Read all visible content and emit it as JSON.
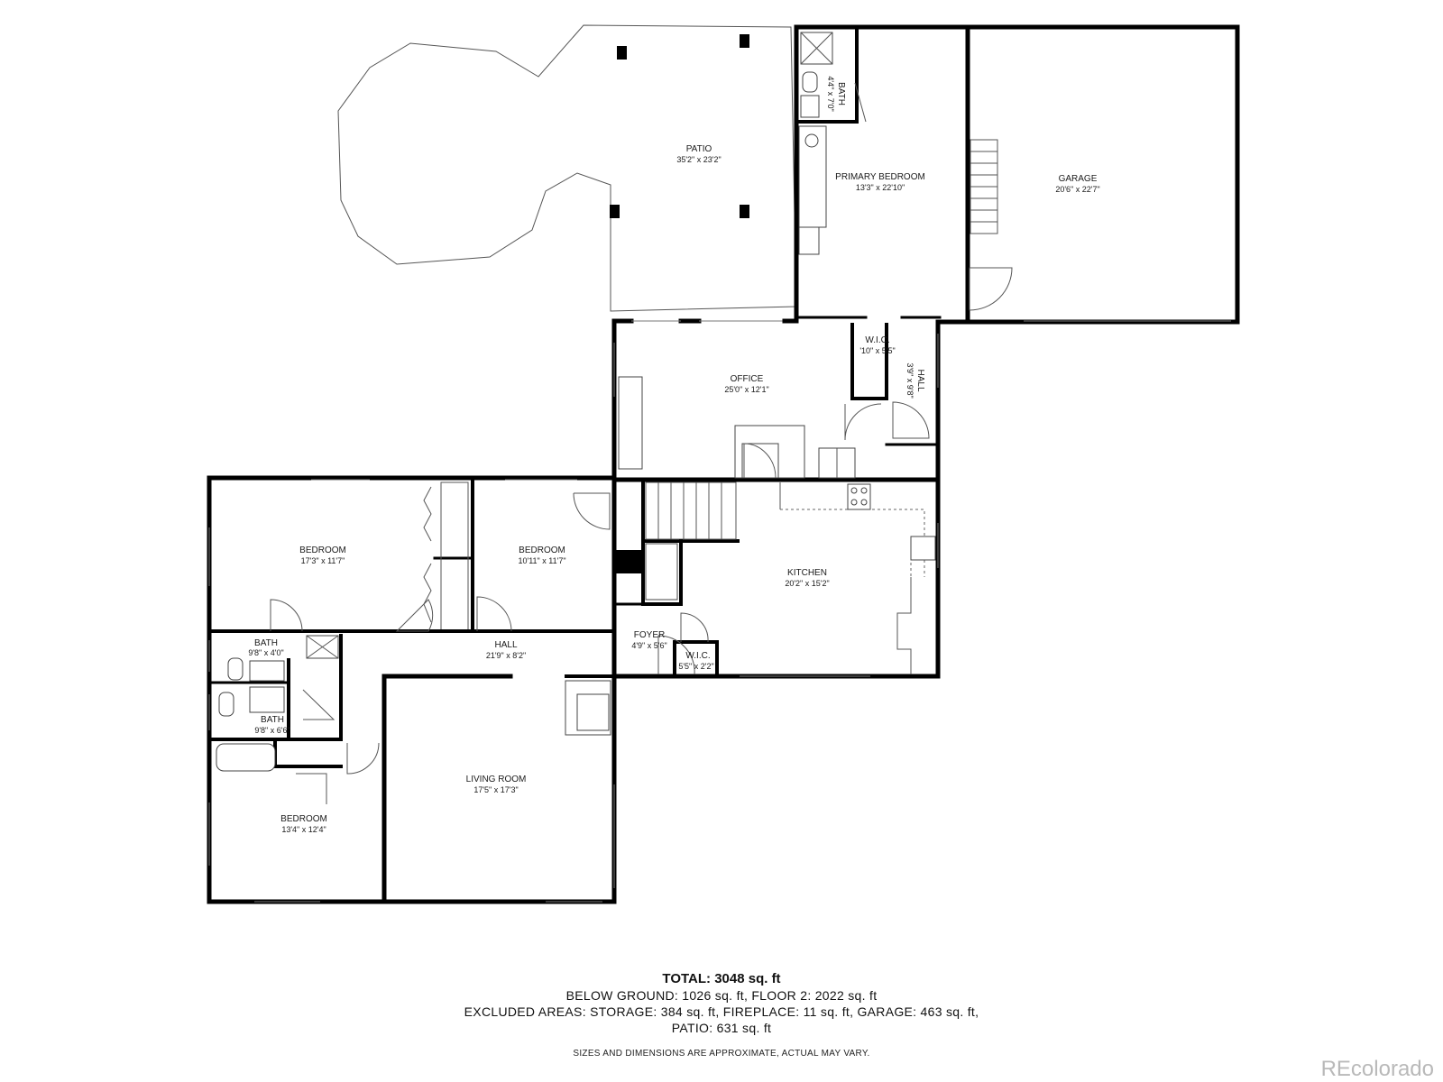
{
  "rooms": {
    "patio": {
      "name": "PATIO",
      "dim": "35'2\" x 23'2\""
    },
    "primary_bedroom": {
      "name": "PRIMARY BEDROOM",
      "dim": "13'3\" x 22'10\""
    },
    "garage": {
      "name": "GARAGE",
      "dim": "20'6\" x 22'7\""
    },
    "bath_primary": {
      "name": "BATH",
      "dim": "4'4\" x 7'0\""
    },
    "office": {
      "name": "OFFICE",
      "dim": "25'0\" x 12'1\""
    },
    "wic_upper": {
      "name": "W.I.C.",
      "dim": "'10\" x 5'5\""
    },
    "hall_upper": {
      "name": "HALL",
      "dim": "3'9\" x 9'8\""
    },
    "bedroom_1": {
      "name": "BEDROOM",
      "dim": "17'3\" x 11'7\""
    },
    "bedroom_2": {
      "name": "BEDROOM",
      "dim": "10'11\" x 11'7\""
    },
    "kitchen": {
      "name": "KITCHEN",
      "dim": "20'2\" x 15'2\""
    },
    "bath_1": {
      "name": "BATH",
      "dim": "9'8\" x 4'0\""
    },
    "hall": {
      "name": "HALL",
      "dim": "21'9\" x 8'2\""
    },
    "foyer": {
      "name": "FOYER",
      "dim": "4'9\" x 5'6\""
    },
    "wic_lower": {
      "name": "W.I.C.",
      "dim": "5'5\" x 2'2\""
    },
    "bath_2": {
      "name": "BATH",
      "dim": "9'8\" x 6'6\""
    },
    "living_room": {
      "name": "LIVING ROOM",
      "dim": "17'5\" x 17'3\""
    },
    "bedroom_3": {
      "name": "BEDROOM",
      "dim": "13'4\" x 12'4\""
    }
  },
  "summary": {
    "total": "TOTAL: 3048 sq. ft",
    "line1": "BELOW GROUND: 1026 sq. ft, FLOOR 2: 2022 sq. ft",
    "line2": "EXCLUDED AREAS: STORAGE: 384 sq. ft, FIREPLACE: 11 sq. ft, GARAGE: 463 sq. ft,",
    "line3": "PATIO: 631 sq. ft"
  },
  "disclaimer": "SIZES AND DIMENSIONS ARE APPROXIMATE, ACTUAL MAY VARY.",
  "watermark": "REcolorado",
  "colors": {
    "wall": "#000000",
    "watermark": "#b9b9b9"
  }
}
